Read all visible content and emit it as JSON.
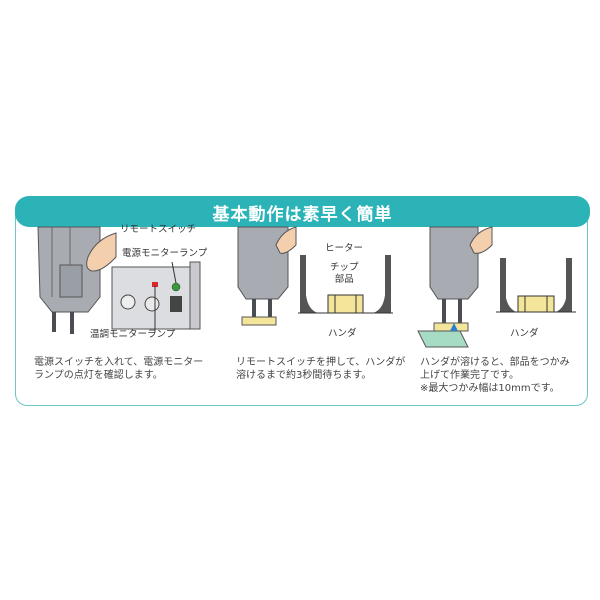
{
  "header": {
    "title": "基本動作は素早く簡単"
  },
  "colors": {
    "accent": "#2bb3b8",
    "border": "#6cc6c6",
    "tool_gray": "#a8acb2",
    "chip_yellow": "#f3e59a",
    "power_lamp": "#3a9a3a",
    "temp_lamp": "#d9262c"
  },
  "steps": [
    {
      "labels": {
        "remote_switch": "リモートスイッチ",
        "power_monitor_lamp": "電源モニターランプ",
        "temp_monitor_lamp": "温調モニターランプ"
      },
      "caption": "電源スイッチを入れて、電源モニター\nランプの点灯を確認します。"
    },
    {
      "labels": {
        "heater": "ヒーター",
        "chip_part": "チップ\n部品",
        "solder": "ハンダ"
      },
      "caption": "リモートスイッチを押して、ハンダが\n溶けるまで約3秒間待ちます。"
    },
    {
      "labels": {
        "solder": "ハンダ"
      },
      "caption": "ハンダが溶けると、部品をつかみ\n上げて作業完了です。\n※最大つかみ幅は10mmです。"
    }
  ]
}
